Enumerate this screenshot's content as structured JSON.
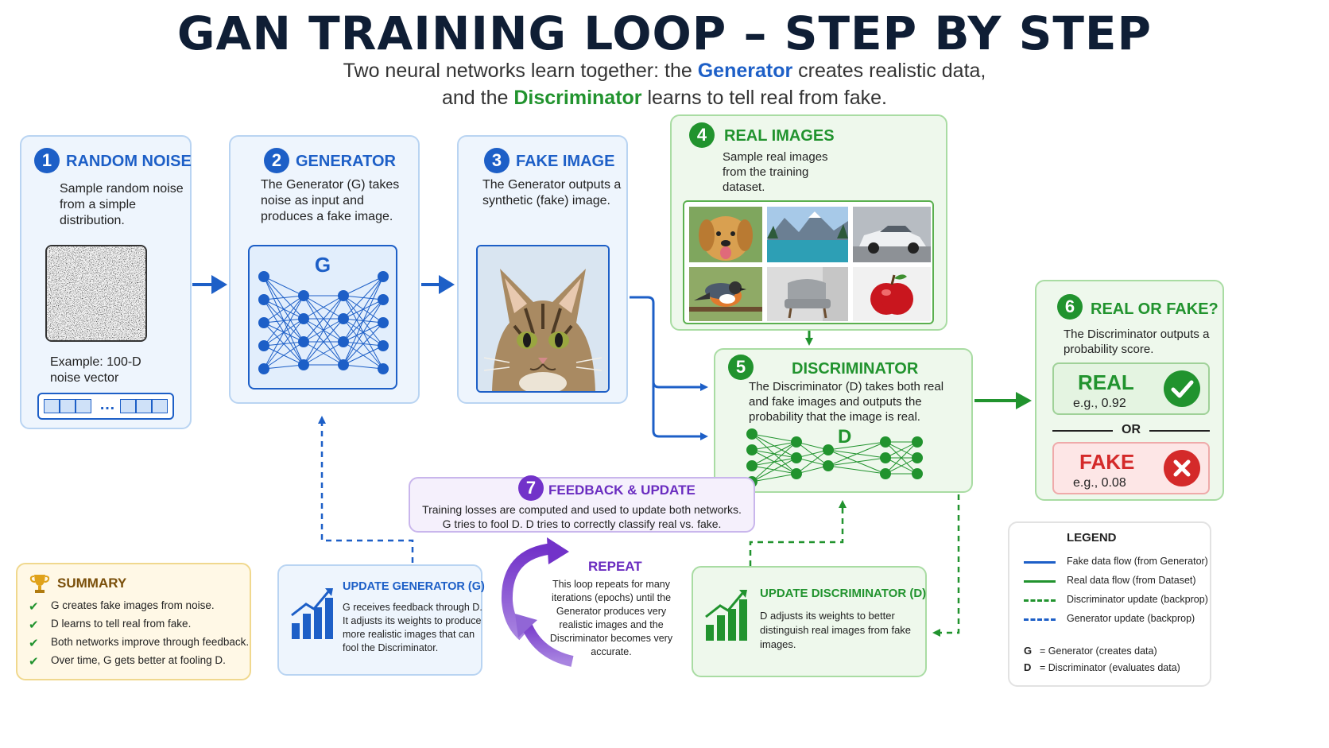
{
  "title": "GAN TRAINING LOOP – STEP BY STEP",
  "subtitle": {
    "l1a": "Two neural networks learn together: the ",
    "l1b": "Generator",
    "l1c": " creates realistic data,",
    "l2a": "and the ",
    "l2b": "Discriminator",
    "l2c": " learns to tell real from fake."
  },
  "steps": {
    "s1": {
      "num": "1",
      "title": "RANDOM NOISE",
      "desc": "Sample random noise from a simple distribution.",
      "example": "Example: 100-D noise vector",
      "dots": "…"
    },
    "s2": {
      "num": "2",
      "title": "GENERATOR",
      "desc": "The Generator (G) takes noise as input and produces a fake image.",
      "net_label": "G"
    },
    "s3": {
      "num": "3",
      "title": "FAKE IMAGE",
      "desc": "The Generator outputs a synthetic (fake) image."
    },
    "s4": {
      "num": "4",
      "title": "REAL IMAGES",
      "desc": "Sample real images from the training dataset."
    },
    "s5": {
      "num": "5",
      "title": "DISCRIMINATOR",
      "desc": "The Discriminator (D) takes both real and fake images and outputs the probability that the image is real.",
      "net_label": "D"
    },
    "s6": {
      "num": "6",
      "title": "REAL OR FAKE?",
      "desc": "The Discriminator outputs a probability score.",
      "real": "REAL",
      "real_ex": "e.g., 0.92",
      "or": "OR",
      "fake": "FAKE",
      "fake_ex": "e.g., 0.08"
    },
    "s7": {
      "num": "7",
      "title": "FEEDBACK & UPDATE",
      "line1": "Training losses are computed and used to update both networks.",
      "line2": "G tries to fool D. D tries to correctly classify real vs. fake."
    }
  },
  "update_g": {
    "title": "UPDATE GENERATOR (G)",
    "desc": "G receives feedback through D. It adjusts its weights to produce more realistic images that can fool the Discriminator."
  },
  "update_d": {
    "title": "UPDATE DISCRIMINATOR (D)",
    "desc": "D adjusts its weights to better distinguish real images from fake images."
  },
  "repeat": {
    "title": "REPEAT",
    "desc": "This loop repeats for many iterations (epochs) until the Generator produces very realistic images and the Discriminator becomes very accurate."
  },
  "summary": {
    "title": "SUMMARY",
    "items": [
      "G creates fake images from noise.",
      "D learns to tell real from fake.",
      "Both networks improve through feedback.",
      "Over time, G gets better at fooling D."
    ]
  },
  "legend": {
    "title": "LEGEND",
    "items": [
      "Fake data flow (from Generator)",
      "Real data flow (from Dataset)",
      "Discriminator update (backprop)",
      "Generator update (backprop)"
    ],
    "abbr": [
      {
        "k": "G",
        "v": "= Generator (creates data)"
      },
      {
        "k": "D",
        "v": "= Discriminator (evaluates data)"
      }
    ]
  },
  "colors": {
    "blue": "#1d5fc7",
    "green": "#21932e",
    "purple": "#7232c9",
    "red": "#d42a2a"
  }
}
